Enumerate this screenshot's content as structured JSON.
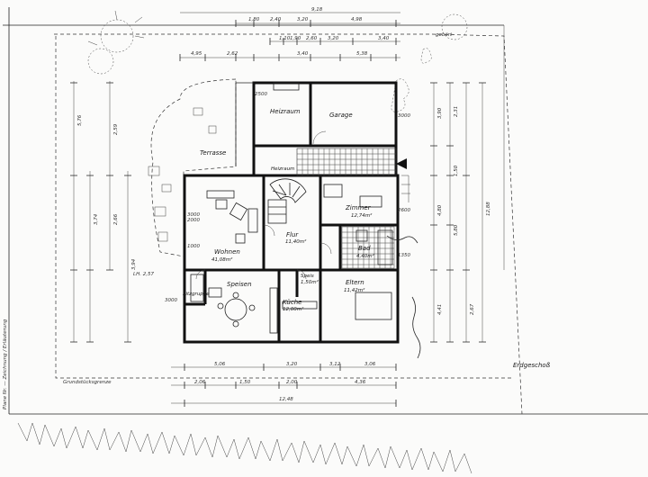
{
  "title": "Erdgeschoß",
  "plot_label": "Grundstücksgrenze",
  "boundary_note": "gebört",
  "neighbor_note": "LH. 2,57",
  "rooms": {
    "garage": "Garage",
    "heating": "Heizraum",
    "terrace": "Terrasse",
    "heating_small": "Heizraum",
    "living": "Wohnen",
    "living_area": "41,08m²",
    "hall": "Flur",
    "hall_area": "11,40m²",
    "room": "Zimmer",
    "room_area": "12,74m²",
    "bath": "Bad",
    "bath_area": "4,40m²",
    "dining": "Speisen",
    "kitchen": "Küche",
    "kitchen_area": "12,00m²",
    "pantry": "Speis",
    "pantry_area": "1,50m²",
    "parents": "Eltern",
    "parents_area": "11,42m²",
    "seating": "Sitzgruppe"
  },
  "top_dims": {
    "overall": "9,18",
    "row1": [
      "1,80",
      "2,40",
      "3,20",
      "4,98"
    ],
    "row2": [
      "1,10",
      "1,90",
      "2,60",
      "3,20",
      "3,40"
    ],
    "row3": [
      "4,95",
      "2,62",
      "3,40",
      "5,38"
    ]
  },
  "bottom_dims": {
    "row1": [
      "5,06",
      "3,20",
      "3,12",
      "3,06"
    ],
    "row2": [
      "2,06",
      "1,50",
      "2,00",
      "4,36"
    ],
    "overall": "12,48"
  },
  "left_dims": [
    "5,76",
    "3,74",
    "2,59",
    "2,66",
    "3,94"
  ],
  "right_dims": [
    "3,90",
    "2,31",
    "4,80",
    "1,50",
    "5,80",
    "12,88",
    "4,41",
    "2,67"
  ],
  "window_tags": [
    "3000",
    "2000",
    "2500",
    "1000",
    "1350",
    "3000",
    "2600",
    "3000"
  ]
}
